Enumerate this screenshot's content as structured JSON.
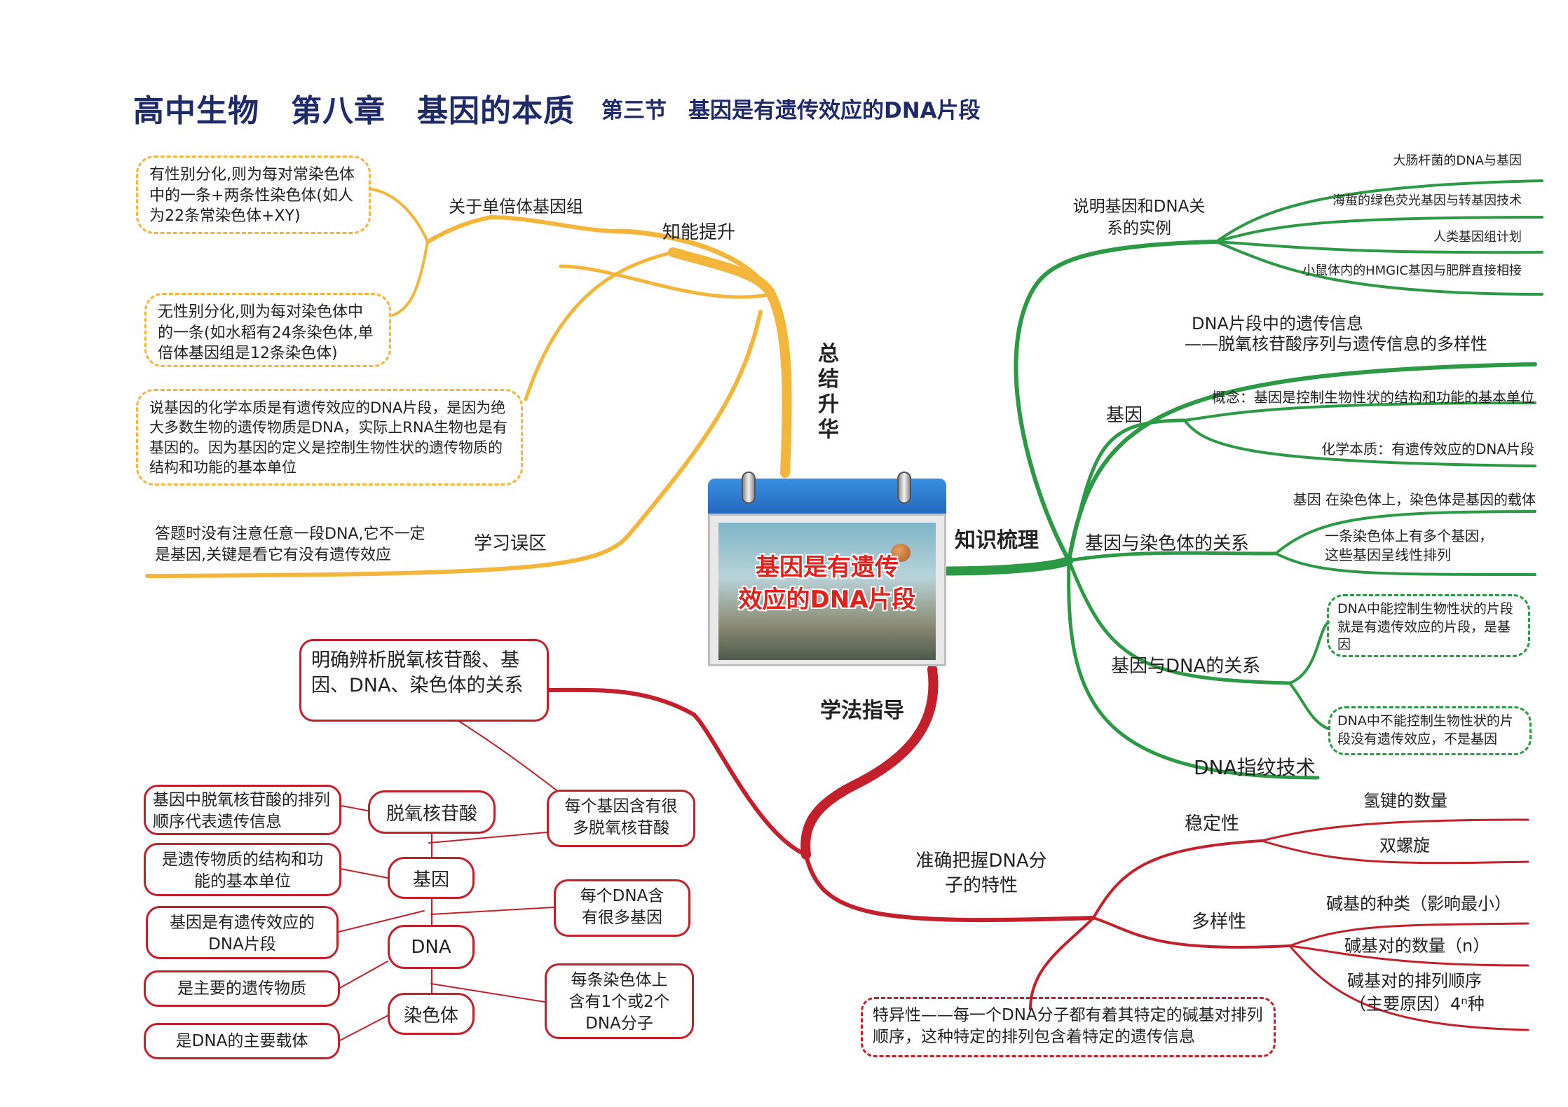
{
  "title": {
    "main": "高中生物　第八章　基因的本质",
    "sub": "第三节　基因是有遗传效应的DNA片段"
  },
  "center": {
    "label_line1": "基因是有遗传",
    "label_line2": "效应的DNA片段"
  },
  "branches": {
    "summary": "总结升华",
    "knowledge": "知识梳理",
    "method": "学法指导"
  },
  "summary_branch": {
    "ability": "知能提升",
    "haploid": "关于单倍体基因组",
    "haploid_box1": "有性别分化,则为每对常染色体中的一条+两条性染色体(如人为22条常染色体+XY)",
    "haploid_box2": "无性别分化,则为每对染色体中的一条(如水稻有24条染色体,单倍体基因组是12条染色体)",
    "ability_box": "说基因的化学本质是有遗传效应的DNA片段，是因为绝大多数生物的遗传物质是DNA，实际上RNA生物也是有基因的。因为基因的定义是控制生物性状的遗传物质的结构和功能的基本单位",
    "mistake": "学习误区",
    "mistake_text": "答题时没有注意任意一段DNA,它不一定是基因,关键是看它有没有遗传效应"
  },
  "knowledge_branch": {
    "example_title": "说明基因和DNA关系的实例",
    "examples": [
      "大肠杆菌的DNA与基因",
      "海蜇的绿色荧光基因与转基因技术",
      "人类基因组计划",
      "小鼠体内的HMGIC基因与肥胖直接相接"
    ],
    "info_line1": "DNA片段中的遗传信息",
    "info_line2": "——脱氧核苷酸序列与遗传信息的多样性",
    "gene": "基因",
    "gene_concept": "概念：基因是控制生物性状的结构和功能的基本单位",
    "gene_chem": "化学本质：有遗传效应的DNA片段",
    "chrom_rel": "基因与染色体的关系",
    "chrom_1": "基因 在染色体上，染色体是基因的载体",
    "chrom_2": "一条染色体上有多个基因，这些基因呈线性排列",
    "dna_rel": "基因与DNA的关系",
    "dna_box1": "DNA中能控制生物性状的片段就是有遗传效应的片段，是基因",
    "dna_box2": "DNA中不能控制生物性状的片段没有遗传效应，不是基因",
    "fingerprint": "DNA指纹技术"
  },
  "method_branch": {
    "relation_box": "明确辨析脱氧核苷酸、基因、DNA、染色体的关系",
    "nodes": [
      "脱氧核苷酸",
      "基因",
      "DNA",
      "染色体"
    ],
    "left_notes": [
      "基因中脱氧核苷酸的排列顺序代表遗传信息",
      "是遗传物质的结构和功能的基本单位",
      "基因是有遗传效应的DNA片段",
      "是主要的遗传物质",
      "是DNA的主要载体"
    ],
    "right_notes": [
      "每个基因含有很多脱氧核苷酸",
      "每个DNA含有很多基因",
      "每条染色体上含有1个或2个DNA分子"
    ],
    "grasp_title": "准确把握DNA分子的特性",
    "stability": "稳定性",
    "stability_items": [
      "氢键的数量",
      "双螺旋"
    ],
    "diversity": "多样性",
    "diversity_items": [
      "碱基的种类（影响最小）",
      "碱基对的数量（n）",
      "碱基对的排列顺序",
      "（主要原因）4ⁿ种"
    ],
    "specificity": "特异性——每一个DNA分子都有着其特定的碱基对排列顺序，这种特定的排列包含着特定的遗传信息"
  },
  "colors": {
    "yellow": "#f4b63a",
    "green": "#2c9a45",
    "red": "#c3202c",
    "title": "#1f2a6b"
  }
}
